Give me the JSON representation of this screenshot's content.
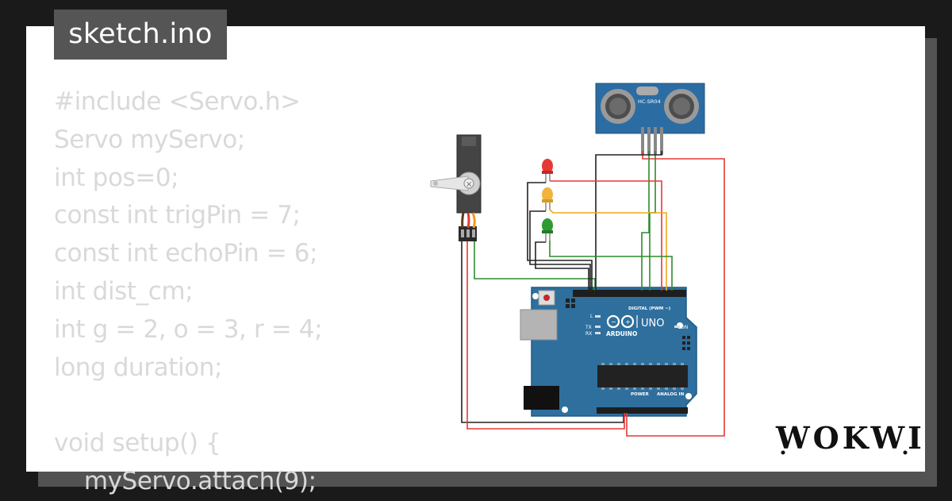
{
  "filename": "sketch.ino",
  "code_lines": [
    "#include <Servo.h>",
    "Servo myServo;",
    "int pos=0;",
    "const int trigPin = 7;",
    "const int echoPin = 6;",
    "int dist_cm;",
    "int g = 2, o = 3, r = 4;",
    "long duration;",
    "",
    "void setup() {",
    "    myServo.attach(9);"
  ],
  "board": {
    "name": "UNO",
    "brand": "ARDUINO",
    "digital_label": "DIGITAL (PWM ~)",
    "power_label": "POWER",
    "analog_label": "ANALOG IN",
    "on_label": "ON",
    "led_labels": [
      "L",
      "TX",
      "RX"
    ]
  },
  "sensor": {
    "label": "HC-SR04"
  },
  "brand_logo": "WOKWI",
  "colors": {
    "background": "#1a1a1a",
    "card": "#ffffff",
    "tab": "#555555",
    "board": "#2e6f9e",
    "wire_red": "#e53935",
    "wire_green": "#2e8b2e",
    "wire_orange": "#f0a81a",
    "wire_black": "#222222"
  }
}
